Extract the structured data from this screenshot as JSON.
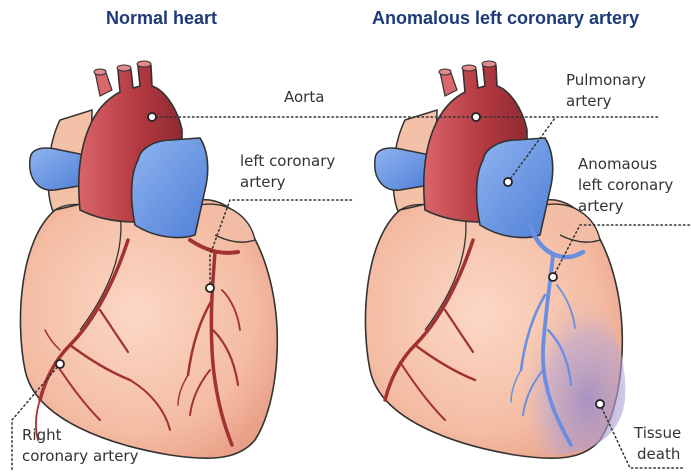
{
  "titles": {
    "normal": "Normal heart",
    "anomalous": "Anomalous left coronary artery"
  },
  "labels": {
    "aorta": "Aorta",
    "left_coronary_line1": "left coronary",
    "left_coronary_line2": "artery",
    "right_coronary_line1": "Right",
    "right_coronary_line2": "coronary artery",
    "pulmonary_line1": "Pulmonary",
    "pulmonary_line2": "artery",
    "anomalous_line1": "Anomaous",
    "anomalous_line2": "left coronary",
    "anomalous_line3": "artery",
    "tissue_line1": "Tissue",
    "tissue_line2": "death"
  },
  "colors": {
    "title": "#1e3a78",
    "heart_muscle": "#f6c2ab",
    "aorta": "#c2444a",
    "pulmonary_artery": "#6f9be6",
    "coronary_red": "#a23232",
    "coronary_blue": "#6a8fe0",
    "tissue_death": "#b4a3cf"
  }
}
